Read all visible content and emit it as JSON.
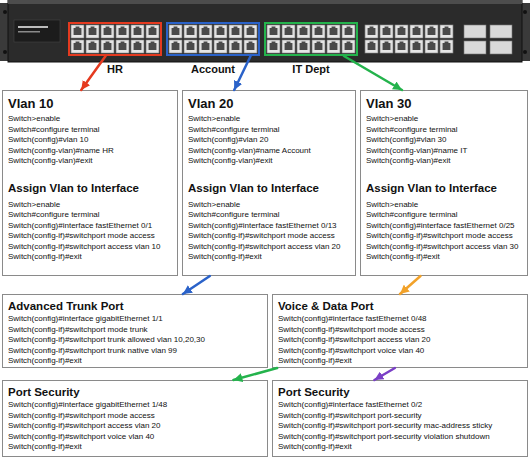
{
  "diagram": {
    "nodes": [
      {
        "text": [
          "HR"
        ]
      },
      {
        "text": [
          "Account"
        ]
      },
      {
        "text": [
          "IT Dept"
        ]
      },
      {
        "text": [
          "Vlan 10",
          "Switch>enable",
          "Switch#configure terminal",
          "Switch(config)#vlan 10",
          "Switch(config-vlan)#name HR",
          "Switch(config-vlan)#exit",
          "Assign Vlan to Interface",
          "Switch>enable",
          "Switch#configure terminal",
          "Switch(config)#interface fastEthernet 0/1",
          "Switch(config-if)#switchport mode access",
          "Switch(config-if)#switchport access vlan 10",
          "Switch(config-if)#exit"
        ]
      },
      {
        "text": [
          "Vlan 20",
          "Switch>enable",
          "Switch#configure terminal",
          "Switch(config)#vlan 20",
          "Switch(config-vlan)#name Account",
          "Switch(config-vlan)#exit",
          "Assign Vlan to Interface",
          "Switch>enable",
          "Switch#configure terminal",
          "Switch(config)#interface fastEthernet 0/13",
          "Switch(config-if)#switchport mode access",
          "Switch(config-if)#switchport access vlan 20",
          "Switch(config-if)#exit"
        ]
      },
      {
        "text": [
          "Vlan 30",
          "Switch>enable",
          "Switch#configure terminal",
          "Switch(config)#vlan 30",
          "Switch(config-vlan)#name IT",
          "Switch(config-vlan)#exit",
          "Assign Vlan to Interface",
          "Switch>enable",
          "Switch#configure terminal",
          "Switch(config)#interface fastEthernet 0/25",
          "Switch(config-if)#switchport mode access",
          "Switch(config-if)#switchport access vlan 30",
          "Switch(config-if)#exit"
        ]
      },
      {
        "text": [
          "Advanced Trunk Port",
          "Switch(config)#interface gigabitEthernet 1/1",
          "Switch(config-if)#switchport mode trunk",
          "Switch(config-if)#switchport trunk allowed vlan 10,20,30",
          "Switch(config-if)#switchport trunk native vlan 99",
          "Switch(config-if)#exit"
        ]
      },
      {
        "text": [
          "Voice & Data Port",
          "Switch(config)#interface fastEthernet 0/48",
          "Switch(config-if)#switchport mode access",
          "Switch(config-if)#switchport access vlan 20",
          "Switch(config-if)#switchport voice vlan 40",
          "Switch(config-if)#exit"
        ]
      },
      {
        "text": [
          "Port Security",
          "Switch(config)#interface gigabitEthernet 1/48",
          "Switch(config-if)#switchport mode access",
          "Switch(config-if)#switchport access vlan 20",
          "Switch(config-if)#switchport voice vlan 40",
          "Switch(config-if)#exit"
        ]
      },
      {
        "text": [
          "Port Security",
          "Switch(config)#interface fastEthernet 0/2",
          "Switch(config-if)#switchport port-security",
          "Switch(config-if)#switchport port-security mac-address sticky",
          "Switch(config-if)#switchport port-security violation shutdown",
          "Switch(config-if)#exit"
        ]
      }
    ],
    "edges": [
      {
        "from": 0,
        "to": 3,
        "arrow": "to"
      },
      {
        "from": 1,
        "to": 4,
        "arrow": "to"
      },
      {
        "from": 2,
        "to": 5,
        "arrow": "to"
      },
      {
        "from": 4,
        "to": 6,
        "arrow": "to"
      },
      {
        "from": 5,
        "to": 7,
        "arrow": "to"
      },
      {
        "from": 7,
        "to": 8,
        "arrow": "to"
      },
      {
        "from": 7,
        "to": 9,
        "arrow": "to"
      }
    ]
  }
}
